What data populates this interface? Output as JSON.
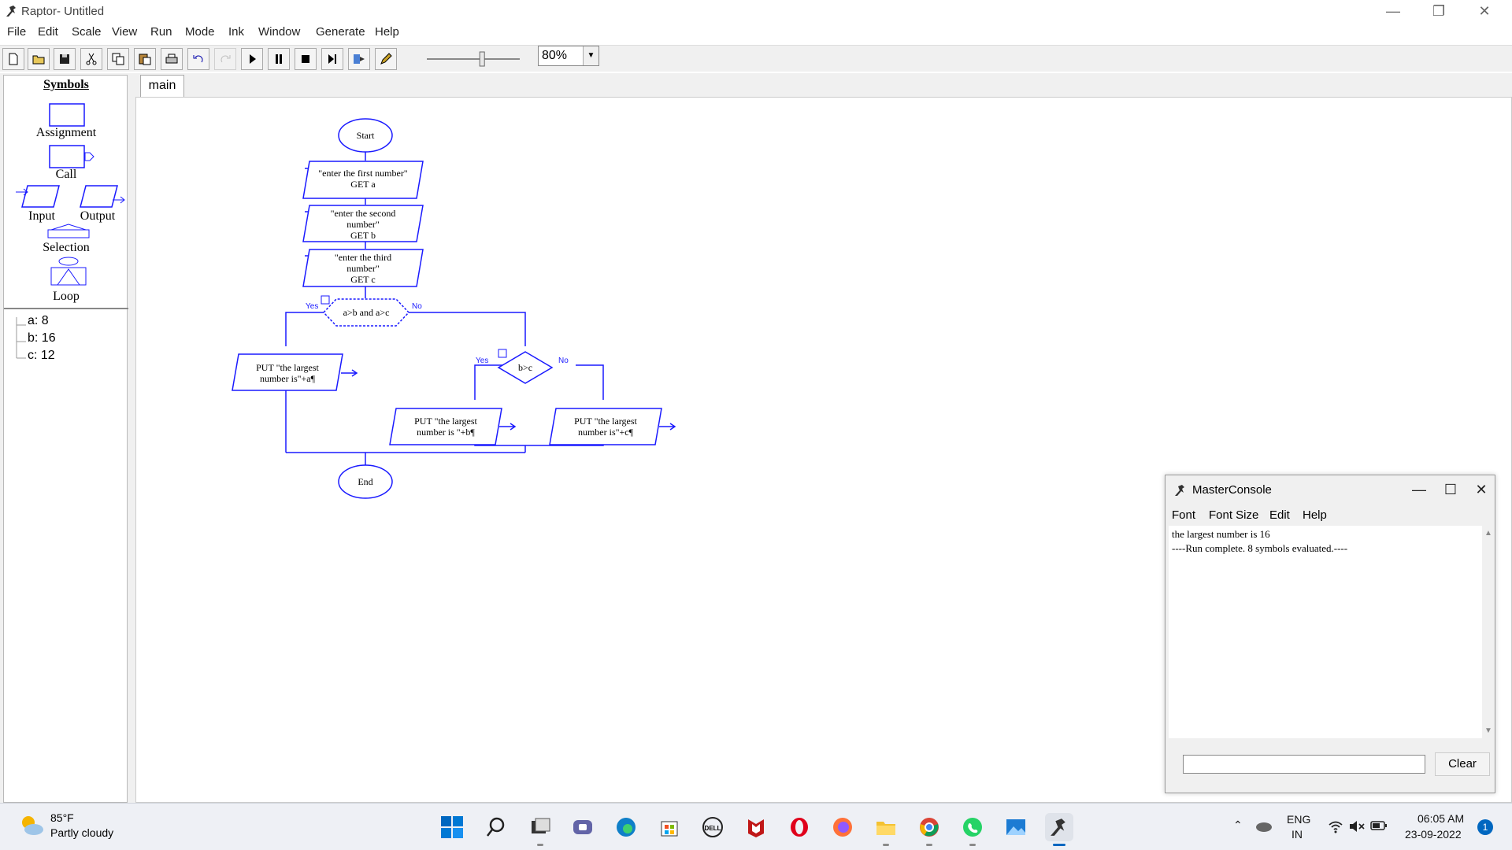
{
  "window": {
    "title": "Raptor- Untitled"
  },
  "menu": [
    "File",
    "Edit",
    "Scale",
    "View",
    "Run",
    "Mode",
    "Ink",
    "Window",
    "Generate",
    "Help"
  ],
  "toolbar": {
    "icons": [
      "new-file-icon",
      "open-folder-icon",
      "save-icon",
      "cut-icon",
      "copy-icon",
      "paste-icon",
      "print-icon",
      "undo-icon",
      "redo-icon",
      "play-icon",
      "pause-icon",
      "stop-icon",
      "step-icon",
      "test-server-icon",
      "pen-icon"
    ],
    "zoom": "80%",
    "speed_slider_value": 0.6
  },
  "symbols": {
    "title": "Symbols",
    "items": [
      "Assignment",
      "Call",
      "Input",
      "Output",
      "Selection",
      "Loop"
    ]
  },
  "variables": [
    "a: 8",
    "b: 16",
    "c: 12"
  ],
  "tab": "main",
  "flowchart": {
    "start": "Start",
    "end": "End",
    "inputs": [
      {
        "prompt": "\"enter the first number\"",
        "get": "GET a"
      },
      {
        "prompt": "\"enter the second",
        "prompt2": "number\"",
        "get": "GET b"
      },
      {
        "prompt": "\"enter the third",
        "prompt2": "number\"",
        "get": "GET c"
      }
    ],
    "decision1": "a>b and a>c",
    "decision2": "b>c",
    "yes": "Yes",
    "no": "No",
    "outputs": [
      {
        "line1": "PUT \"the largest",
        "line2": "number is\"+a¶"
      },
      {
        "line1": "PUT \"the largest",
        "line2": "number is \"+b¶"
      },
      {
        "line1": "PUT \"the largest",
        "line2": "number is\"+c¶"
      }
    ]
  },
  "console": {
    "title": "MasterConsole",
    "menu": [
      "Font",
      "Font Size",
      "Edit",
      "Help"
    ],
    "lines": [
      "the largest number is 16",
      "----Run complete.  8 symbols evaluated.----"
    ],
    "input_value": "",
    "clear_label": "Clear"
  },
  "taskbar": {
    "weather_temp": "85°F",
    "weather_text": "Partly cloudy",
    "apps": [
      "windows-start-icon",
      "search-icon",
      "task-view-icon",
      "teams-chat-icon",
      "edge-icon",
      "store-icon",
      "dell-icon",
      "mcafee-icon",
      "opera-icon",
      "firefox-icon",
      "file-explorer-icon",
      "chrome-icon",
      "whatsapp-icon",
      "photos-icon",
      "raptor-icon"
    ],
    "lang1": "ENG",
    "lang2": "IN",
    "time": "06:05 AM",
    "date": "23-09-2022",
    "notification_count": "1"
  },
  "colors": {
    "flow_stroke": "#1a1aff",
    "accent": "#0067c0"
  }
}
